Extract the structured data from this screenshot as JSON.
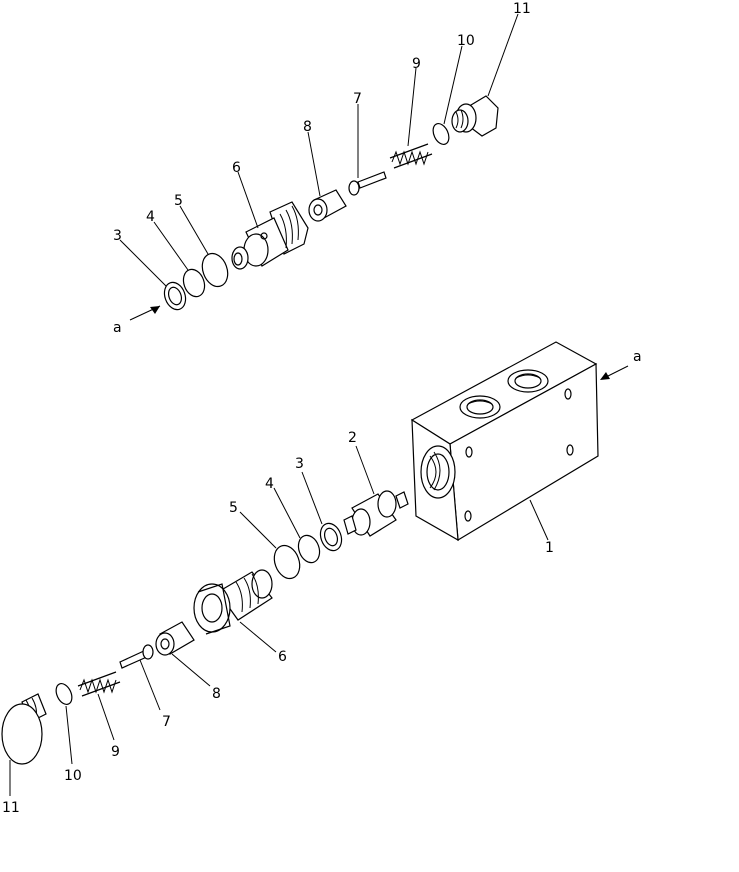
{
  "labels": {
    "top_11": "11",
    "top_10": "10",
    "top_9": "9",
    "top_8": "8",
    "top_7": "7",
    "top_6": "6",
    "top_5": "5",
    "top_4": "4",
    "top_3": "3",
    "top_a": "a",
    "right_a": "a",
    "bot_1": "1",
    "bot_2": "2",
    "bot_3": "3",
    "bot_4": "4",
    "bot_5": "5",
    "bot_6": "6",
    "bot_7": "7",
    "bot_8": "8",
    "bot_9": "9",
    "bot_10": "10",
    "bot_11": "11"
  }
}
